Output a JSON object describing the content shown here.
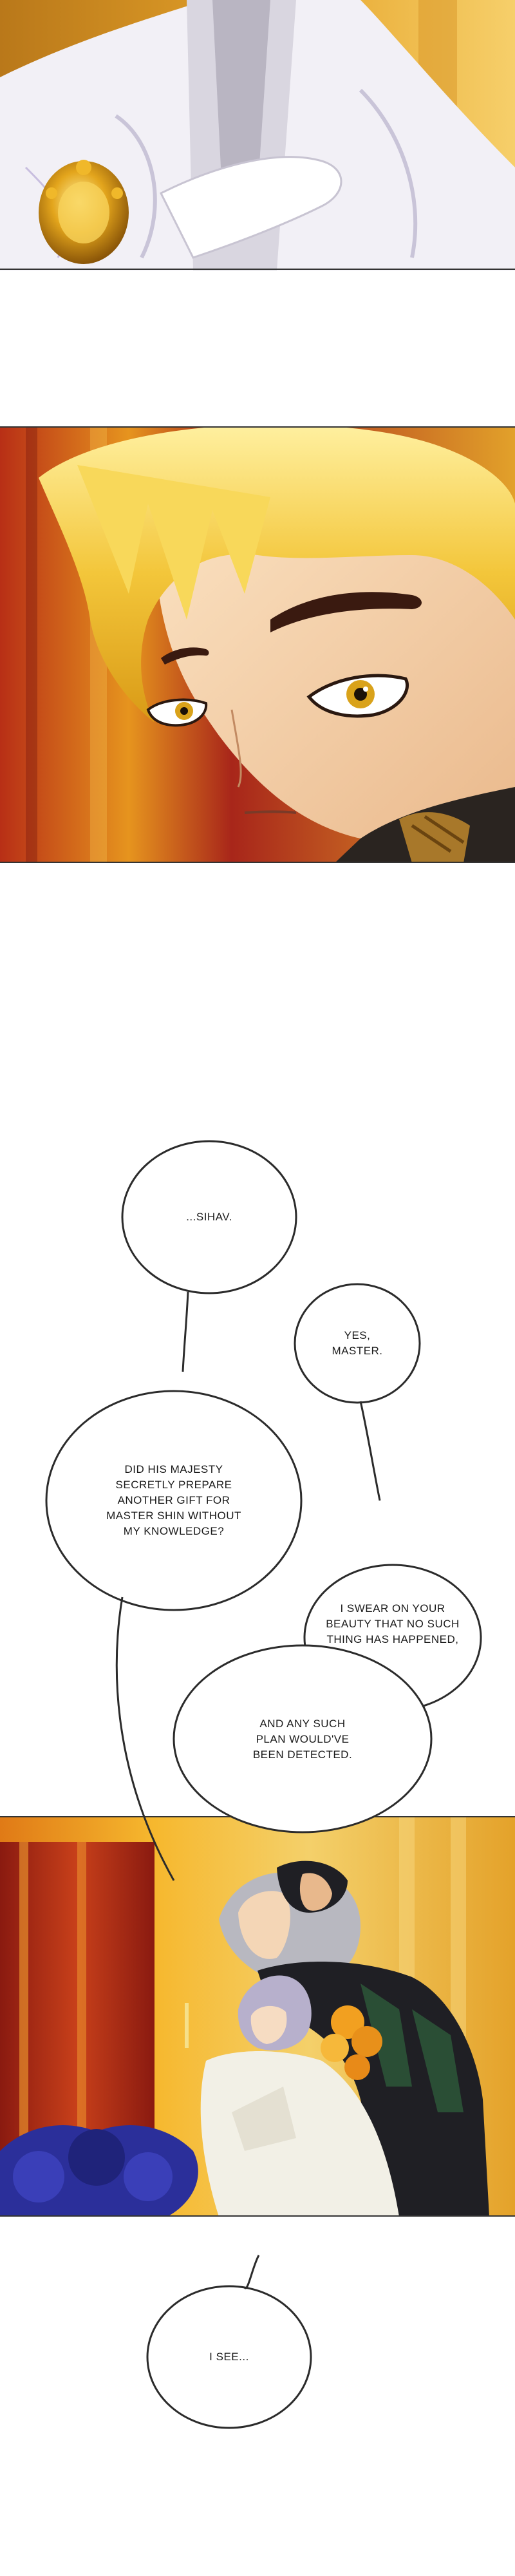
{
  "bubbles": {
    "sihav": "...SIHAV.",
    "yes_master_1": "YES,",
    "yes_master_2": "MASTER.",
    "gift_1": "DID HIS MAJESTY",
    "gift_2": "SECRETLY PREPARE",
    "gift_3": "ANOTHER GIFT FOR",
    "gift_4": "MASTER SHIN WITHOUT",
    "gift_5": "MY KNOWLEDGE?",
    "swear_1": "I SWEAR ON YOUR",
    "swear_2": "BEAUTY THAT NO SUCH",
    "swear_3": "THING HAS HAPPENED,",
    "plan_1": "AND ANY SUCH",
    "plan_2": "PLAN WOULD'VE",
    "plan_3": "BEEN DETECTED.",
    "i_see": "I SEE..."
  },
  "colors": {
    "bubble_outline": "#2b2b2b",
    "panel_gold": "#e8a21a",
    "panel_red": "#a8261a",
    "hair_blond": "#f3c63a",
    "eye_amber": "#d9a21a",
    "robe_white": "#f2f0f6",
    "coat_black": "#1f1f24",
    "flowers_blue": "#2b2f9a"
  }
}
